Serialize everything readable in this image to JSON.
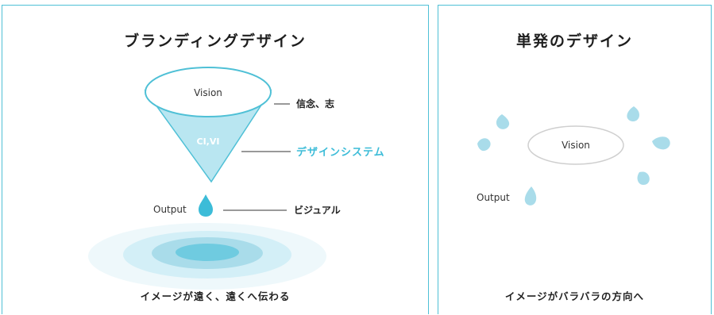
{
  "left": {
    "title": "ブランディングデザイン",
    "vision_label": "Vision",
    "funnel_label": "CI,VI",
    "output_label": "Output",
    "annotations": {
      "belief": "信念、志",
      "design_system": "デザインシステム",
      "visual": "ビジュアル"
    },
    "caption": "イメージが遠く、遠くへ伝わる"
  },
  "right": {
    "title": "単発のデザイン",
    "vision_label": "Vision",
    "output_label": "Output",
    "caption": "イメージがバラバラの方向へ"
  },
  "colors": {
    "accent": "#4fc0d6",
    "drop": "#a9dcea",
    "funnel_fill": "#b9e6f1",
    "design_system_text": "#3cbcd8"
  }
}
